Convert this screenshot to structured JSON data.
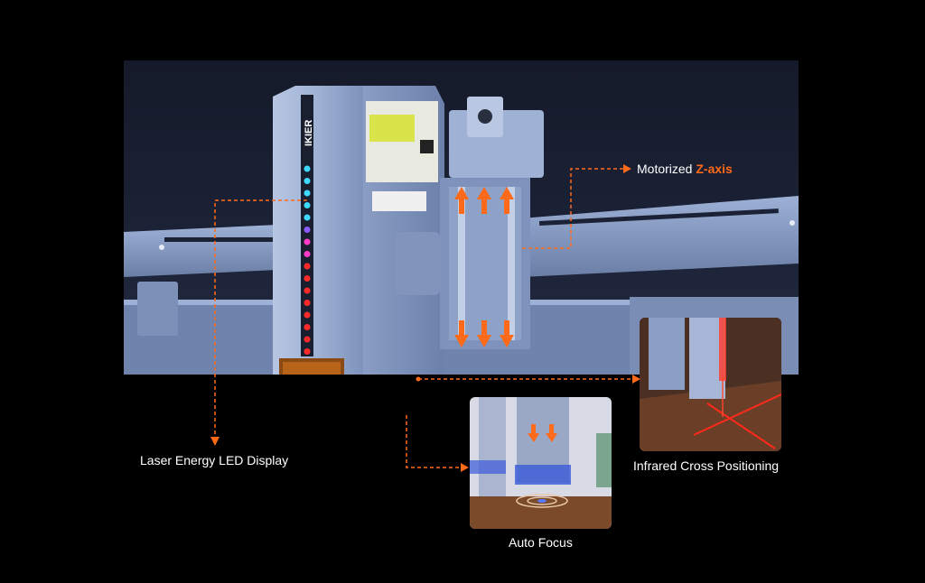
{
  "brand": {
    "logo_text": "IKIER"
  },
  "callouts": {
    "z_axis": {
      "prefix": "Motorized ",
      "highlight": "Z-axis"
    },
    "led_display": "Laser Energy LED Display",
    "infrared": "Infrared Cross Positioning",
    "auto_focus": "Auto Focus"
  },
  "colors": {
    "accent": "#ff6a1a",
    "text": "#ffffff",
    "background": "#000000",
    "machine": "#8fa3c8"
  },
  "led_colors": [
    "#3fd8ff",
    "#3fd8ff",
    "#3fd8ff",
    "#3fd8ff",
    "#3fd8ff",
    "#8a5cff",
    "#ff3cc8",
    "#ff3cc8",
    "#ff2a2a",
    "#ff2a2a",
    "#ff2a2a",
    "#ff2a2a",
    "#ff2a2a",
    "#ff2a2a",
    "#ff2a2a",
    "#ff2a2a"
  ]
}
